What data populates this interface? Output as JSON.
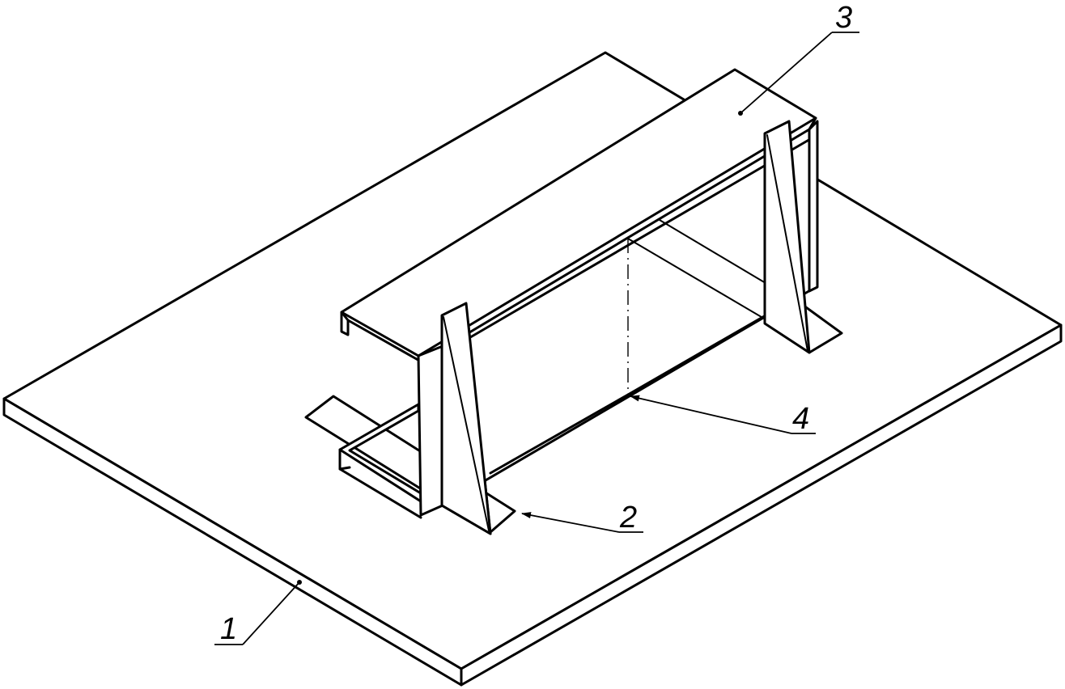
{
  "callouts": [
    {
      "id": "1",
      "label": "1"
    },
    {
      "id": "2",
      "label": "2"
    },
    {
      "id": "3",
      "label": "3"
    },
    {
      "id": "4",
      "label": "4"
    }
  ],
  "colors": {
    "stroke": "#000000",
    "background": "#ffffff"
  }
}
